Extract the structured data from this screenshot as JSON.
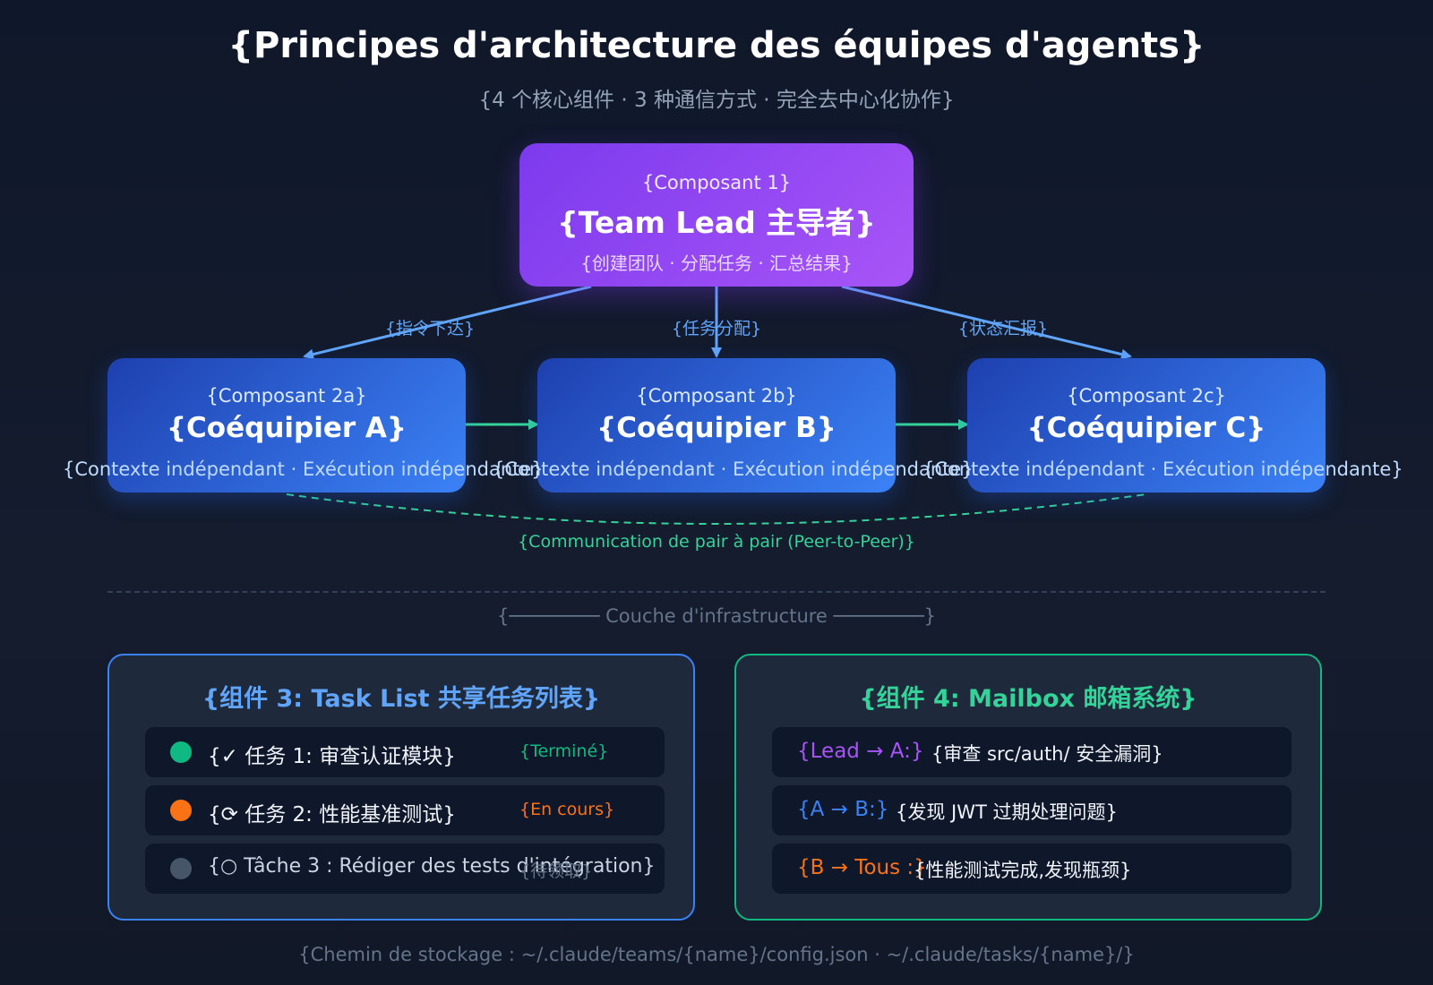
{
  "header": {
    "title": "{Principes d'architecture des équipes d'agents}",
    "subtitle": "{4 个核心组件 · 3 种通信方式 · 完全去中心化协作}"
  },
  "lead": {
    "kicker": "{Composant 1}",
    "name": "{Team Lead 主导者}",
    "desc": "{创建团队 · 分配任务 · 汇总结果}"
  },
  "links": {
    "command": "{指令下达}",
    "assign": "{任务分配}",
    "report": "{状态汇报}",
    "p2p": "{Communication de pair à pair (Peer-to-Peer)}"
  },
  "teammates": [
    {
      "kicker": "{Composant 2a}",
      "name": "{Coéquipier A}",
      "desc": "{Contexte indépendant · Exécution indépendante}"
    },
    {
      "kicker": "{Composant 2b}",
      "name": "{Coéquipier B}",
      "desc": "{Contexte indépendant · Exécution indépendante}"
    },
    {
      "kicker": "{Composant 2c}",
      "name": "{Coéquipier C}",
      "desc": "{Contexte indépendant · Exécution indépendante}"
    }
  ],
  "infra": {
    "label": "{──────── Couche d'infrastructure ────────}"
  },
  "tasklist": {
    "title": "{组件 3: Task List 共享任务列表}",
    "items": [
      {
        "text": "{✓ 任务 1: 审查认证模块}",
        "status": "{Terminé}",
        "color": "#10b981"
      },
      {
        "text": "{⟳ 任务 2: 性能基准测试}",
        "status": "{En cours}",
        "color": "#f97316"
      },
      {
        "text": "{○ Tâche 3 : Rédiger des tests d'intégration}",
        "status": "{待领取}",
        "color": "#475569"
      }
    ]
  },
  "mailbox": {
    "title": "{组件 4: Mailbox 邮箱系统}",
    "items": [
      {
        "from": "{Lead → A:}",
        "msg": "{审查 src/auth/ 安全漏洞}",
        "color": "#a855f7"
      },
      {
        "from": "{A → B:}",
        "msg": "{发现 JWT 过期处理问题}",
        "color": "#3b82f6"
      },
      {
        "from": "{B → Tous :}",
        "msg": "{性能测试完成,发现瓶颈}",
        "color": "#f97316"
      }
    ]
  },
  "footer": {
    "text": "{Chemin de stockage : ~/.claude/teams/{name}/config.json · ~/.claude/tasks/{name}/}"
  }
}
